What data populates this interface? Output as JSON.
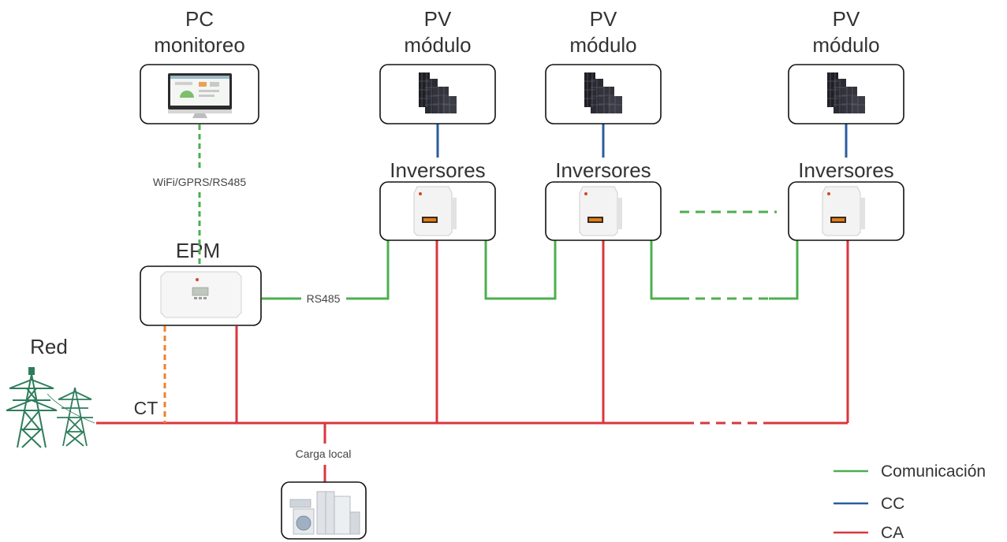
{
  "pc": {
    "title_line1": "PC",
    "title_line2": "monitoreo"
  },
  "pv_modules": [
    {
      "line1": "PV",
      "line2": "módulo"
    },
    {
      "line1": "PV",
      "line2": "módulo"
    },
    {
      "line1": "PV",
      "line2": "módulo"
    }
  ],
  "inverters": [
    {
      "label": "Inversores"
    },
    {
      "label": "Inversores"
    },
    {
      "label": "Inversores"
    }
  ],
  "epm": {
    "label": "EPM"
  },
  "links": {
    "wifi_label": "WiFi/GPRS/RS485",
    "rs485_label": "RS485",
    "ct_label": "CT",
    "load_label": "Carga local"
  },
  "grid": {
    "label": "Red"
  },
  "legend": [
    {
      "label": "Comunicación",
      "color": "#4caf50"
    },
    {
      "label": "CC",
      "color": "#2a5d9f"
    },
    {
      "label": "CA",
      "color": "#d9363e"
    }
  ],
  "colors": {
    "comm": "#4caf50",
    "dc": "#2a5d9f",
    "ac": "#d9363e",
    "ct": "#f0802c",
    "grid_tower": "#2e7d5b"
  }
}
